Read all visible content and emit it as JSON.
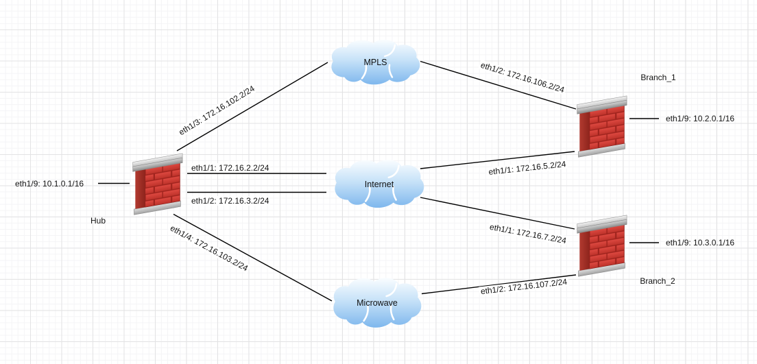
{
  "diagram_type": "network-topology",
  "nodes": {
    "hub": {
      "name": "Hub",
      "type": "firewall",
      "interface": "eth1/9: 10.1.0.1/16"
    },
    "branch_1": {
      "name": "Branch_1",
      "type": "firewall",
      "interface": "eth1/9: 10.2.0.1/16"
    },
    "branch_2": {
      "name": "Branch_2",
      "type": "firewall",
      "interface": "eth1/9: 10.3.0.1/16"
    },
    "mpls": {
      "label": "MPLS",
      "type": "cloud"
    },
    "internet": {
      "label": "Internet",
      "type": "cloud"
    },
    "microwave": {
      "label": "Microwave",
      "type": "cloud"
    }
  },
  "links": {
    "hub_mpls": {
      "label": "eth1/3: 172.16.102.2/24",
      "from": "Hub",
      "to": "MPLS"
    },
    "hub_internet_1": {
      "label": "eth1/1: 172.16.2.2/24",
      "from": "Hub",
      "to": "Internet"
    },
    "hub_internet_2": {
      "label": "eth1/2: 172.16.3.2/24",
      "from": "Hub",
      "to": "Internet"
    },
    "hub_microwave": {
      "label": "eth1/4: 172.16.103.2/24",
      "from": "Hub",
      "to": "Microwave"
    },
    "mpls_branch1": {
      "label": "eth1/2: 172.16.106.2/24",
      "from": "MPLS",
      "to": "Branch_1"
    },
    "internet_branch1": {
      "label": "eth1/1: 172.16.5.2/24",
      "from": "Internet",
      "to": "Branch_1"
    },
    "internet_branch2": {
      "label": "eth1/1: 172.16.7.2/24",
      "from": "Internet",
      "to": "Branch_2"
    },
    "microwave_branch2": {
      "label": "eth1/2: 172.16.107.2/24",
      "from": "Microwave",
      "to": "Branch_2"
    }
  },
  "icons": {
    "firewall": "red-brick-wall-icon",
    "cloud": "blue-cloud-icon"
  },
  "colors": {
    "brick_red": "#C8362D",
    "brick_mortar": "#9E231D",
    "cap_gray": "#C9C9C9",
    "cloud_top": "#F7FBFF",
    "cloud_bottom": "#7EB7ED",
    "line": "#000000",
    "grid_major": "#E3E3E4",
    "grid_minor": "#F4F4F6",
    "canvas_bg": "#FFFFFF"
  }
}
